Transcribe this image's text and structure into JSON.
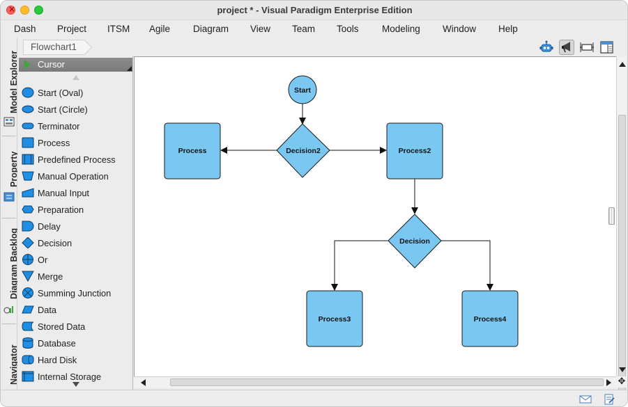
{
  "window": {
    "title": "project * - Visual Paradigm Enterprise Edition"
  },
  "menu": [
    "Dash",
    "Project",
    "ITSM",
    "Agile",
    "Diagram",
    "View",
    "Team",
    "Tools",
    "Modeling",
    "Window",
    "Help"
  ],
  "breadcrumb": "Flowchart1",
  "left_tabs": [
    "Model Explorer",
    "Property",
    "Diagram Backlog",
    "Navigator"
  ],
  "palette": {
    "selected": "Cursor",
    "items": [
      "Start (Oval)",
      "Start (Circle)",
      "Terminator",
      "Process",
      "Predefined Process",
      "Manual Operation",
      "Manual Input",
      "Preparation",
      "Delay",
      "Decision",
      "Or",
      "Merge",
      "Summing Junction",
      "Data",
      "Stored Data",
      "Database",
      "Hard Disk",
      "Internal Storage"
    ]
  },
  "diagram": {
    "nodes": {
      "start": "Start",
      "decision2": "Decision2",
      "process": "Process",
      "process2": "Process2",
      "decision": "Decision",
      "process3": "Process3",
      "process4": "Process4"
    }
  },
  "colors": {
    "shape_fill": "#7ac8f2",
    "shape_stroke": "#1a1a1a",
    "palette_icon_fill": "#1f8ee3"
  },
  "icons": {
    "toolbar": [
      "robot-icon",
      "megaphone-icon",
      "fit-diagram-icon",
      "panel-layout-icon"
    ],
    "status": [
      "mail-icon",
      "edit-document-icon"
    ]
  }
}
